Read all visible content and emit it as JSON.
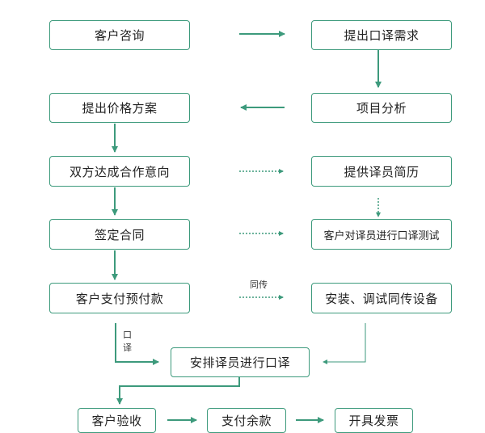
{
  "nodes": {
    "consult": "客户咨询",
    "request": "提出口译需求",
    "price_plan": "提出价格方案",
    "analysis": "项目分析",
    "agreement": "双方达成合作意向",
    "resume": "提供译员简历",
    "contract": "签定合同",
    "test": "客户对译员进行口译测试",
    "prepay": "客户支付预付款",
    "equipment": "安装、调试同传设备",
    "arrange": "安排译员进行口译",
    "accept": "客户验收",
    "balance": "支付余款",
    "invoice": "开具发票"
  },
  "labels": {
    "simul": "同传",
    "consec_1": "口",
    "consec_2": "译"
  },
  "colors": {
    "accent": "#3d9a7c"
  }
}
